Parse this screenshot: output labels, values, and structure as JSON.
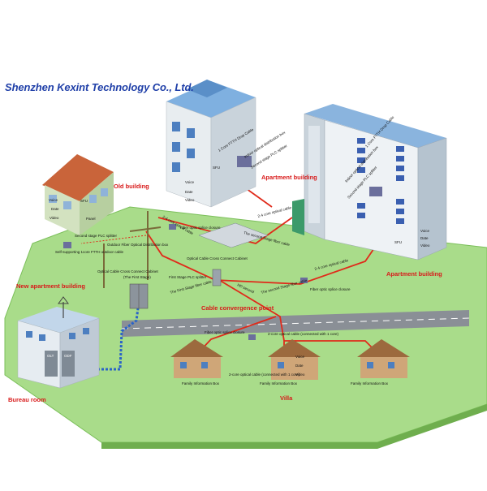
{
  "company": "Shenzhen Kexint Technology Co., Ltd.",
  "colors": {
    "ground": "#a9dc8a",
    "ground_edge": "#7bbf5a",
    "road": "#8a8f96",
    "cable_red": "#e02a1a",
    "cable_blue": "#2a63c8",
    "label_red": "#d81a1a",
    "company_blue": "#1f3fa8"
  },
  "areas": {
    "old_building": "Old building",
    "apartment_building_top": "Apartment building",
    "apartment_building_right": "Apartment building",
    "new_apartment_building": "New apartment building",
    "bureau_room": "Bureau room",
    "villa": "Villa",
    "cable_convergence_point": "Cable convergence point"
  },
  "left_apartment": {
    "drop_cable": "1 Core FTTH Drop Cable",
    "distribution_box": "Indoor optical distribution box",
    "splitter": "Second stage PLC splitter",
    "sfu": "SFU",
    "voice": "Voice",
    "date": "Date",
    "video": "Video"
  },
  "right_apartment": {
    "drop_cable": "1 Core FTTH Drop Cable",
    "distribution_box": "Indoor optical distribution box",
    "splitter": "Second stage PLC splitter",
    "sfu": "SFU",
    "voice": "Voice",
    "date": "Date",
    "video": "Video"
  },
  "old_house": {
    "voice": "Voice",
    "date": "Date",
    "video": "Video",
    "sfu": "SFU",
    "panel": "Panel"
  },
  "network": {
    "second_stage_plc": "Second stage PLC splitter",
    "outdoor_box": "Outdoor Fiber Optical Distribution box",
    "self_supporting": "Self-supporting 1core FTTH outdoor cable",
    "fiber_closure_top": "Fiber optic splice closure",
    "core_24_a": "2-4 core optical cable",
    "core_24_b": "2-4 core optical cable",
    "core_24_c": "2-4 core optical cable",
    "second_stage_fiber_a": "The second Stage fiber cable",
    "second_stage_fiber_b": "The second Stage fiber cable",
    "cross_connect_upper": "Optical Cable Cross Connect Cabinet",
    "first_stage_plc": "First Stage PLC splitter",
    "cross_connect_lower": "Optical Cable Cross Connect Cabinet",
    "first_stage_note": "(The First Stage)",
    "first_stage_fiber": "The First Stage fiber cable",
    "hd_second": "HD second",
    "fiber_closure_mid": "Fiber optic splice closure",
    "fiber_closure_road": "Fiber optic splice closure",
    "core2_villa": "2-core optical cable (connected with 1 core)",
    "core2_villa_b": "2-core optical cable (connected with 1 core)",
    "olt": "OLT",
    "odf": "ODF"
  },
  "villa": {
    "fib_left": "Family Information Box",
    "fib_mid": "Family Information Box",
    "fib_right": "Family Information Box",
    "voice": "Voice",
    "date": "Date",
    "video": "Video"
  }
}
